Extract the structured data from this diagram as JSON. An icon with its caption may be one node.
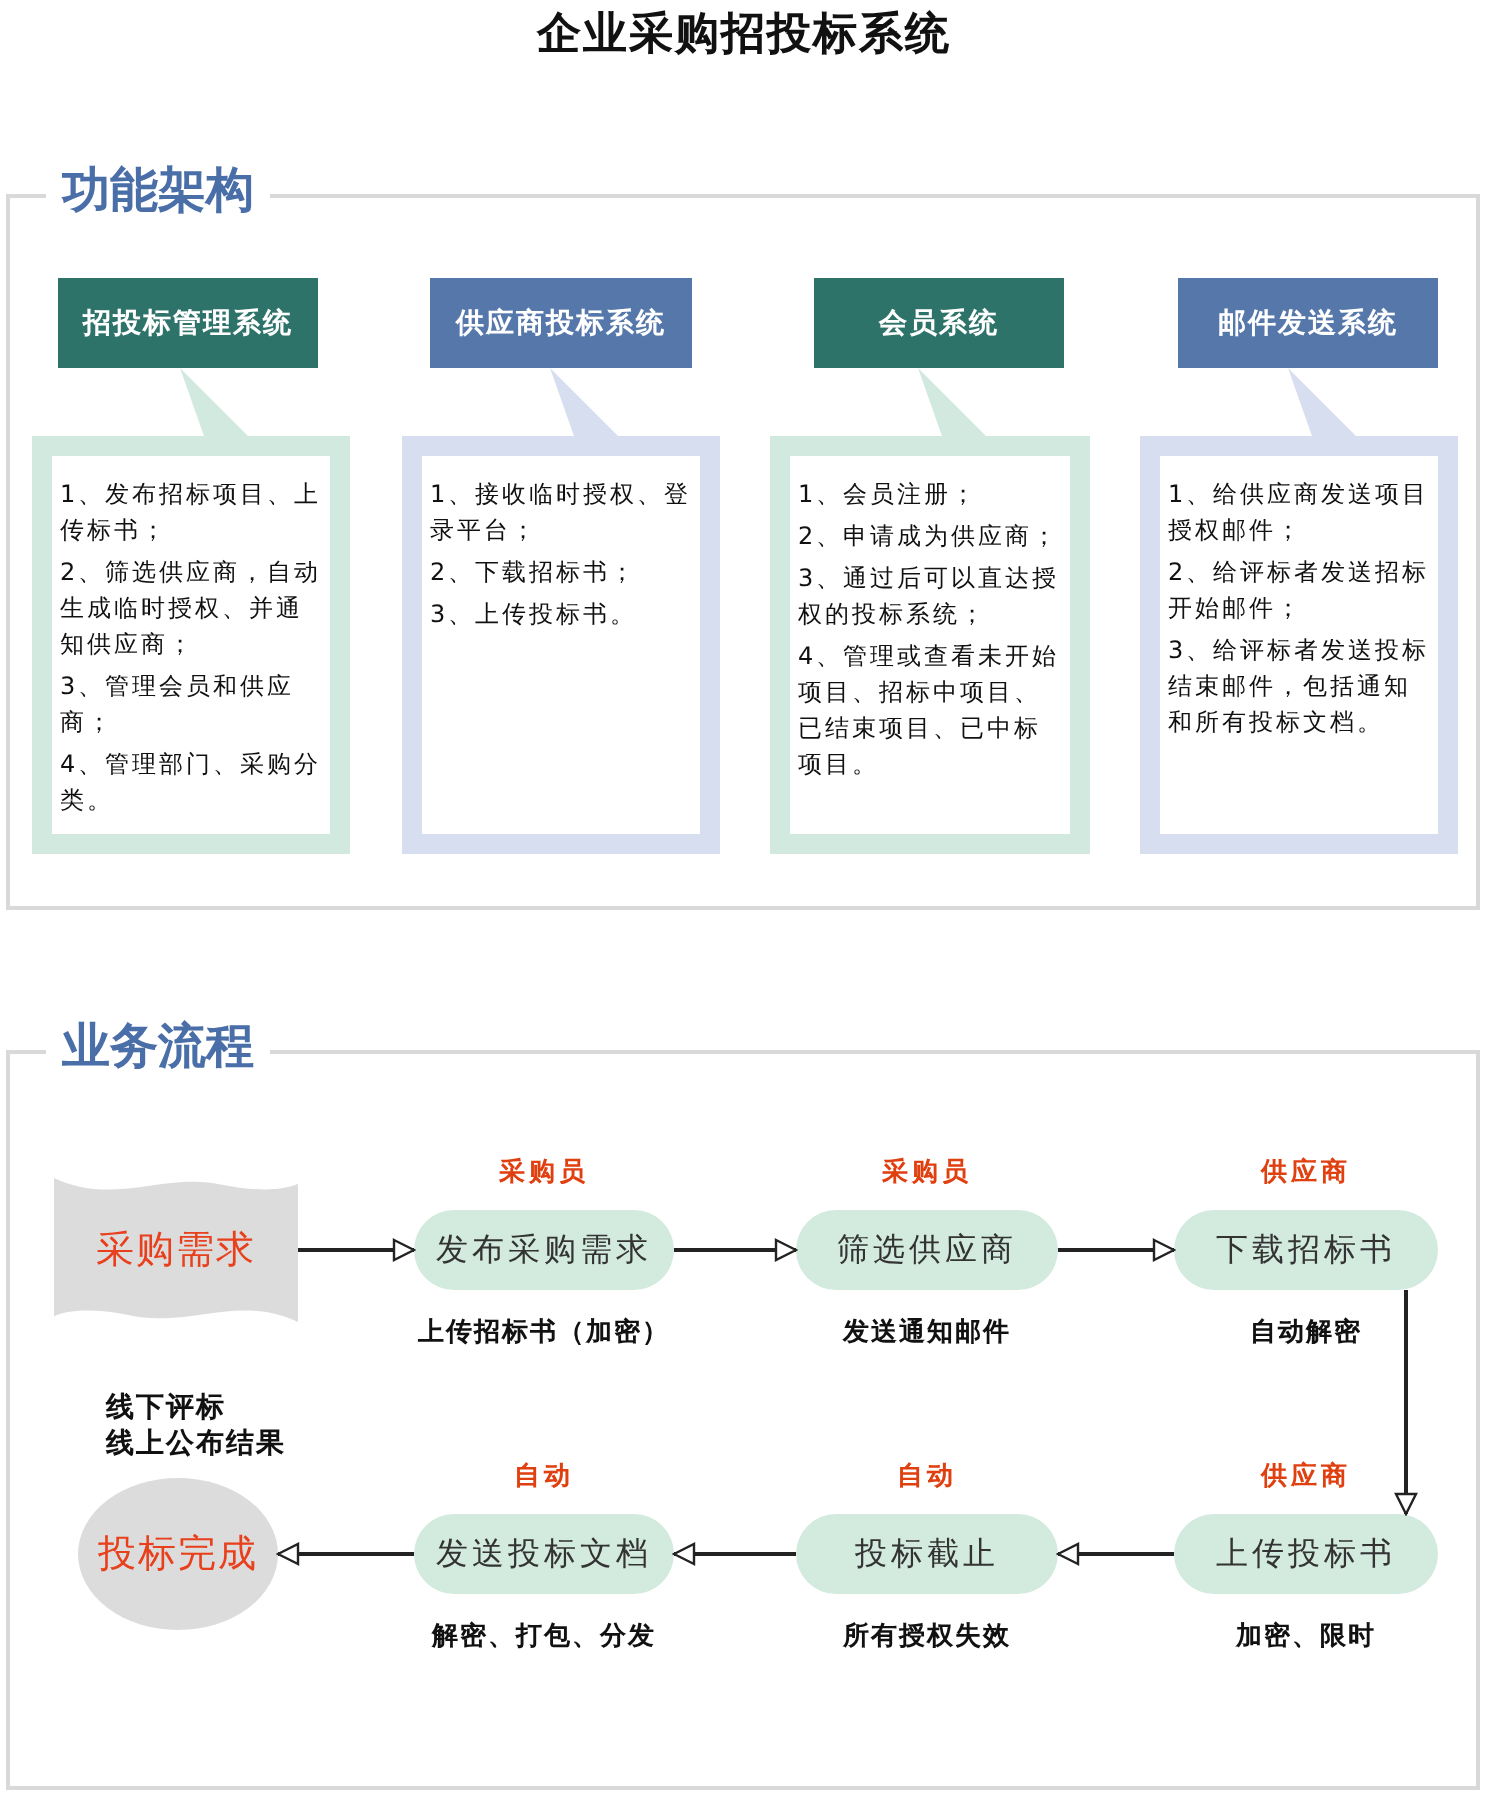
{
  "diagram": {
    "title": "企业采购招投标系统",
    "nodes": [
      {
        "text": [
          "功能架构"
        ]
      },
      {
        "text": [
          "招投标管理系统"
        ],
        "in": 0
      },
      {
        "text": [
          "1、发布招标项目、上传标书；",
          "2、筛选供应商，自动生成临时授权、并通知供应商；",
          "3、管理会员和供应商；",
          "4、管理部门、采购分类。"
        ],
        "in": 0
      },
      {
        "text": [
          "供应商投标系统"
        ],
        "in": 0
      },
      {
        "text": [
          "1、接收临时授权、登录平台；",
          "2、下载招标书；",
          "3、上传投标书。"
        ],
        "in": 0
      },
      {
        "text": [
          "会员系统"
        ],
        "in": 0
      },
      {
        "text": [
          "1、会员注册；",
          "2、申请成为供应商；",
          "3、通过后可以直达授权的投标系统；",
          "4、管理或查看未开始项目、招标中项目、已结束项目、已中标项目。"
        ],
        "in": 0
      },
      {
        "text": [
          "邮件发送系统"
        ],
        "in": 0
      },
      {
        "text": [
          "1、给供应商发送项目授权邮件；",
          "2、给评标者发送招标开始邮件；",
          "3、给评标者发送投标结束邮件，包括通知和所有投标文档。"
        ],
        "in": 0
      },
      {
        "text": [
          "业务流程"
        ]
      },
      {
        "text": [
          "采购需求"
        ],
        "in": 9
      },
      {
        "text": [
          "发布采购需求"
        ],
        "in": 9,
        "beside": [
          "采购员",
          "上传招标书（加密）"
        ]
      },
      {
        "text": [
          "筛选供应商"
        ],
        "in": 9,
        "beside": [
          "采购员",
          "发送通知邮件"
        ]
      },
      {
        "text": [
          "下载招标书"
        ],
        "in": 9,
        "beside": [
          "供应商",
          "自动解密"
        ]
      },
      {
        "text": [
          "上传投标书"
        ],
        "in": 9,
        "beside": [
          "供应商",
          "加密、限时"
        ]
      },
      {
        "text": [
          "投标截止"
        ],
        "in": 9,
        "beside": [
          "自动",
          "所有授权失效"
        ]
      },
      {
        "text": [
          "发送投标文档"
        ],
        "in": 9,
        "beside": [
          "自动",
          "解密、打包、分发"
        ]
      },
      {
        "text": [
          "投标完成"
        ],
        "in": 9,
        "beside": [
          "线下评标",
          "线上公布结果"
        ]
      }
    ],
    "edges": [
      {
        "from": 10,
        "to": 11,
        "arrow": "to"
      },
      {
        "from": 11,
        "to": 12,
        "arrow": "to"
      },
      {
        "from": 12,
        "to": 13,
        "arrow": "to"
      },
      {
        "from": 13,
        "to": 14,
        "arrow": "to"
      },
      {
        "from": 14,
        "to": 15,
        "arrow": "to"
      },
      {
        "from": 15,
        "to": 16,
        "arrow": "to"
      },
      {
        "from": 16,
        "to": 17,
        "arrow": "to"
      }
    ]
  }
}
